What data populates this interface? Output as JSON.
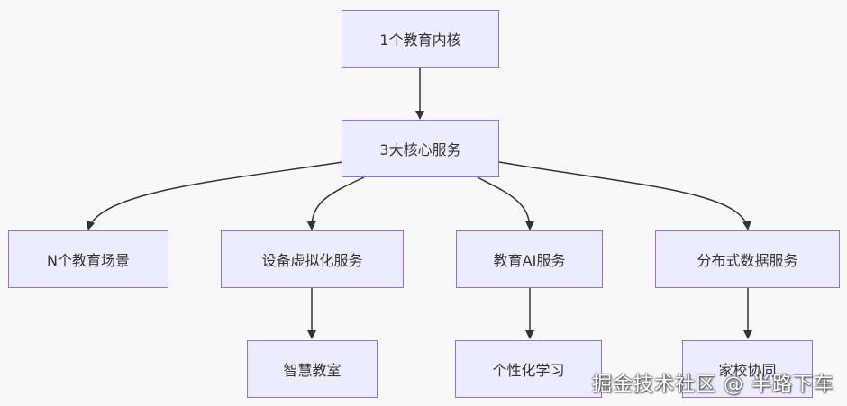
{
  "nodes": {
    "core": "1个教育内核",
    "services": "3大核心服务",
    "scenes": "N个教育场景",
    "device_virtualization": "设备虚拟化服务",
    "education_ai": "教育AI服务",
    "distributed_data": "分布式数据服务",
    "smart_classroom": "智慧教室",
    "personalized_learning": "个性化学习",
    "home_school": "家校协同"
  },
  "edges": [
    [
      "core",
      "services"
    ],
    [
      "services",
      "scenes"
    ],
    [
      "services",
      "device_virtualization"
    ],
    [
      "services",
      "education_ai"
    ],
    [
      "services",
      "distributed_data"
    ],
    [
      "device_virtualization",
      "smart_classroom"
    ],
    [
      "education_ai",
      "personalized_learning"
    ],
    [
      "distributed_data",
      "home_school"
    ]
  ],
  "watermark": "掘金技术社区 @ 半路下车",
  "colors": {
    "node_fill": "#ececff",
    "node_border": "#9370db",
    "edge": "#333333",
    "background": "#f8f8f8"
  }
}
